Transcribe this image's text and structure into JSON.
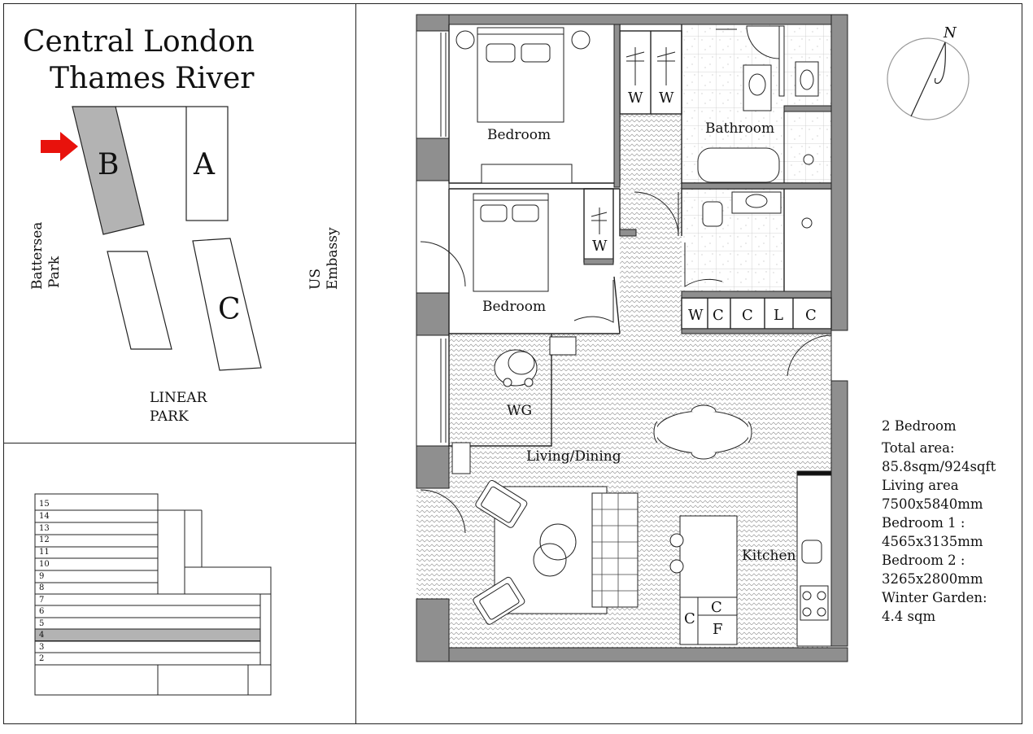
{
  "location": {
    "title_line1": "Central London",
    "title_line2": "Thames River",
    "blocks": [
      "A",
      "B",
      "C"
    ],
    "left_label": [
      "Battersea",
      "Park"
    ],
    "right_label": [
      "US",
      "Embassy"
    ],
    "bottom_label": [
      "LINEAR",
      "PARK"
    ],
    "highlight_color": "#b3b3b3",
    "arrow_color": "#e8120c",
    "selected_block": "B"
  },
  "elevation": {
    "floors": [
      "15",
      "14",
      "13",
      "12",
      "11",
      "10",
      "9",
      "8",
      "7",
      "6",
      "5",
      "4",
      "3",
      "2"
    ],
    "selected_floor": "4"
  },
  "plan": {
    "rooms": {
      "bedroom1": "Bedroom",
      "bedroom2": "Bedroom",
      "bathroom": "Bathroom",
      "wg": "WG",
      "living": "Living/Dining",
      "kitchen": "Kitchen"
    },
    "wardrobe_labels": [
      "W",
      "W",
      "W"
    ],
    "storage_labels": [
      "W",
      "C",
      "C",
      "L",
      "C"
    ],
    "kitchen_units": [
      "C",
      "C",
      "F"
    ],
    "compass_label": "N",
    "wall_color": "#8f8f8f"
  },
  "specs": {
    "lines": [
      "2 Bedroom",
      "Total area:",
      "85.8sqm/924sqft",
      "Living area",
      "7500x5840mm",
      "Bedroom 1 :",
      "4565x3135mm",
      "Bedroom 2 :",
      "3265x2800mm",
      "Winter Garden:",
      "4.4 sqm"
    ]
  }
}
